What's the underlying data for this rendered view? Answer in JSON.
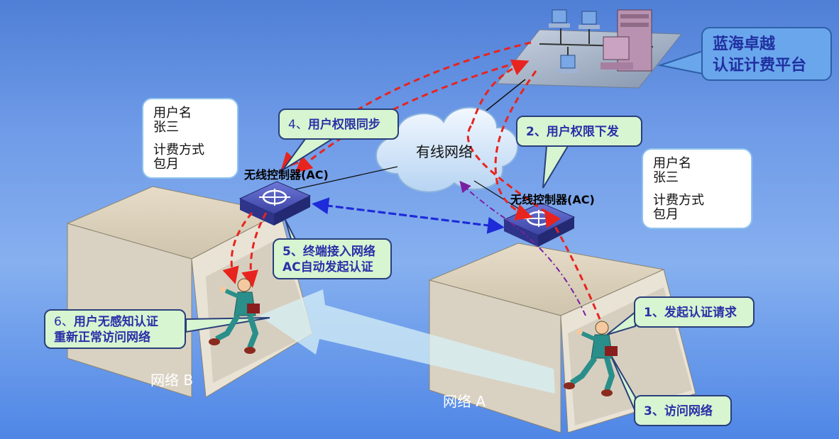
{
  "platform": {
    "line1": "蓝海卓越",
    "line2": "认证计费平台"
  },
  "cloud_label": "有线网络",
  "ac_left_label": "无线控制器(AC)",
  "ac_right_label": "无线控制器(AC)",
  "info_left": {
    "l1": "用户名",
    "l2": "张三",
    "l3": "计费方式",
    "l4": "包月"
  },
  "info_right": {
    "l1": "用户名",
    "l2": "张三",
    "l3": "计费方式",
    "l4": "包月"
  },
  "steps": {
    "s1": "1、发起认证请求",
    "s2": "2、用户权限下发",
    "s3": "3、访问网络",
    "s4_prefix": "4、",
    "s4": "用户权限同步",
    "s5_l1": "5、终端接入网络",
    "s5_l2": "AC自动发起认证",
    "s6_prefix": "6、",
    "s6_l1": "用户无感知认证",
    "s6_l2": "重新正常访问网络"
  },
  "network_a": "网络 A",
  "network_b": "网络 B",
  "colors": {
    "arrow_red": "#e8241e",
    "arrow_blue": "#1e2bd8",
    "arrow_purple": "#7b1fa2",
    "callout_bg": "#d6f5d0",
    "text_blue": "#2b2fa8"
  }
}
